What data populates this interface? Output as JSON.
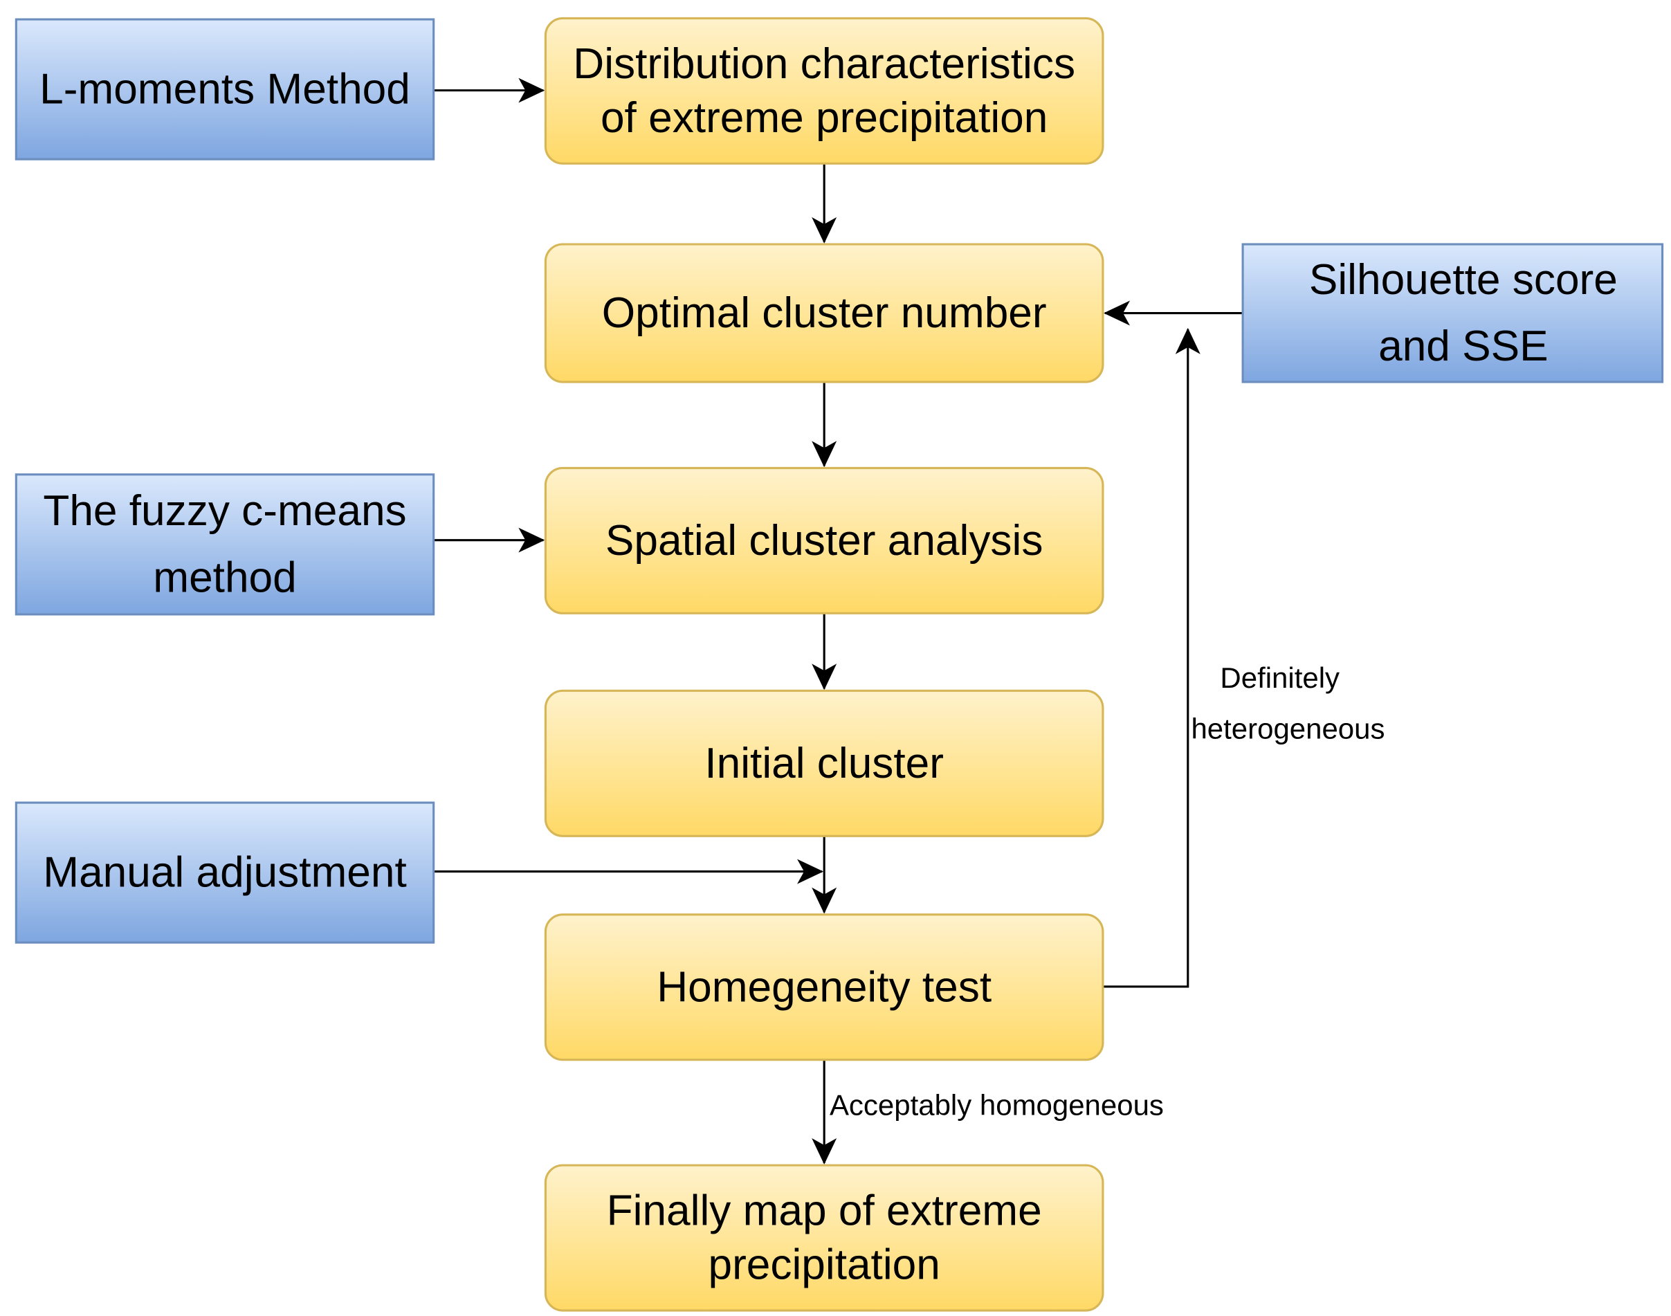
{
  "diagram": {
    "nodes": {
      "l_moments": {
        "lines": [
          "L-moments Method"
        ],
        "style": "method"
      },
      "distribution": {
        "lines": [
          "Distribution characteristics",
          "of extreme precipitation"
        ],
        "style": "process"
      },
      "silhouette": {
        "lines": [
          "Silhouette score",
          "and SSE"
        ],
        "style": "method"
      },
      "optimal": {
        "lines": [
          "Optimal cluster number"
        ],
        "style": "process"
      },
      "fuzzy": {
        "lines": [
          "The fuzzy c-means",
          "method"
        ],
        "style": "method"
      },
      "spatial": {
        "lines": [
          "Spatial cluster analysis"
        ],
        "style": "process"
      },
      "initial": {
        "lines": [
          "Initial cluster"
        ],
        "style": "process"
      },
      "manual": {
        "lines": [
          "Manual adjustment"
        ],
        "style": "method"
      },
      "homogeneity": {
        "lines": [
          "Homegeneity test"
        ],
        "style": "process"
      },
      "final_map": {
        "lines": [
          "Finally map of extreme",
          "precipitation"
        ],
        "style": "process"
      }
    },
    "edges": [
      {
        "from": "l_moments",
        "to": "distribution"
      },
      {
        "from": "distribution",
        "to": "optimal"
      },
      {
        "from": "silhouette",
        "to": "optimal"
      },
      {
        "from": "optimal",
        "to": "spatial"
      },
      {
        "from": "fuzzy",
        "to": "spatial"
      },
      {
        "from": "spatial",
        "to": "initial"
      },
      {
        "from": "manual",
        "to": "initial_homogeneity_link"
      },
      {
        "from": "initial",
        "to": "homogeneity"
      },
      {
        "from": "homogeneity",
        "to": "silhouette_link",
        "label_lines": [
          "Definitely",
          "heterogeneous"
        ]
      },
      {
        "from": "homogeneity",
        "to": "final_map",
        "label_lines": [
          "Acceptably homogeneous"
        ]
      }
    ],
    "colors": {
      "process_fill_top": "#fff2cc",
      "process_fill_bottom": "#ffd966",
      "process_stroke": "#d6b656",
      "method_fill_top": "#dae8fc",
      "method_fill_bottom": "#7ea6e0",
      "method_stroke": "#6c8ebf",
      "edge": "#000000"
    }
  }
}
